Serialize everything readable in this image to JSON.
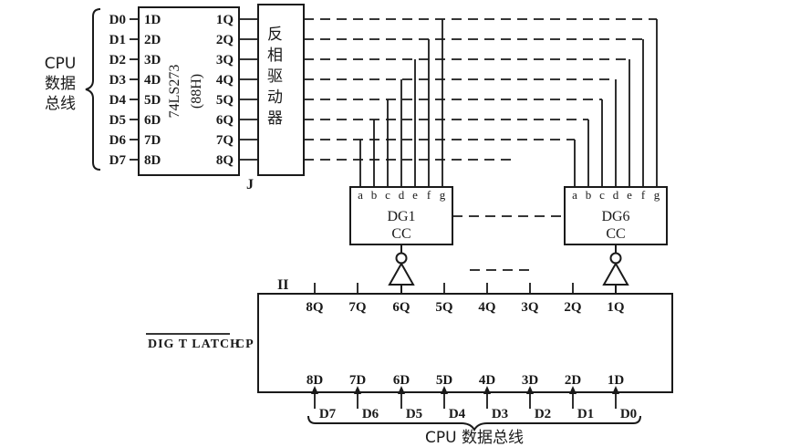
{
  "cpu_bus_left": {
    "label_line1": "CPU",
    "label_line2": "数据",
    "label_line3": "总线",
    "signals": [
      "D0",
      "D1",
      "D2",
      "D3",
      "D4",
      "D5",
      "D6",
      "D7"
    ]
  },
  "output_latch": {
    "name": "74LS273",
    "port_address": "(88H)",
    "inputs": [
      "1D",
      "2D",
      "3D",
      "4D",
      "5D",
      "6D",
      "7D",
      "8D"
    ],
    "outputs": [
      "1Q",
      "2Q",
      "3Q",
      "4Q",
      "5Q",
      "6Q",
      "7Q",
      "8Q"
    ]
  },
  "inverting_driver": {
    "label": "反相驱动器"
  },
  "section_label_top": "J",
  "section_label_bottom": "II",
  "digit_dg1": {
    "name": "DG1",
    "type": "CC",
    "pins": [
      "a",
      "b",
      "c",
      "d",
      "e",
      "f",
      "g"
    ]
  },
  "digit_dg6": {
    "name": "DG6",
    "type": "CC",
    "pins": [
      "a",
      "b",
      "c",
      "d",
      "e",
      "f",
      "g"
    ]
  },
  "digit_latch": {
    "label": "DIG T LATCH",
    "clock_pin": "CP",
    "outputs": [
      "8Q",
      "7Q",
      "6Q",
      "5Q",
      "4Q",
      "3Q",
      "2Q",
      "1Q"
    ],
    "inputs": [
      "8D",
      "7D",
      "6D",
      "5D",
      "4D",
      "3D",
      "2D",
      "1D"
    ]
  },
  "cpu_bus_bottom": {
    "signals": [
      "D7",
      "D6",
      "D5",
      "D4",
      "D3",
      "D2",
      "D1",
      "D0"
    ],
    "label": "CPU 数据总线"
  },
  "colors": {
    "ink": "#1a1a1a",
    "paper": "#ffffff"
  }
}
